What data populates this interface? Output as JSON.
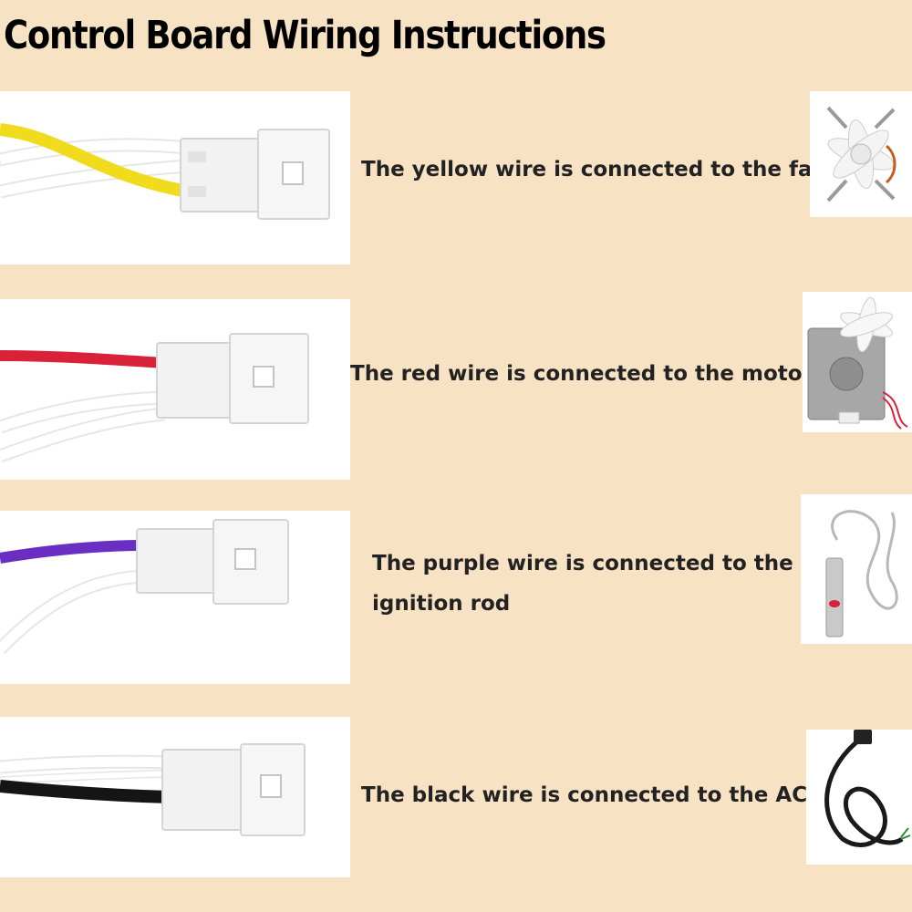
{
  "title": "Control Board Wiring Instructions",
  "rows": [
    {
      "wire_color": "#f0dc1c",
      "caption_lines": [
        "The yellow wire is connected to the fan"
      ],
      "thumb_icon": "fan-icon"
    },
    {
      "wire_color": "#d9213a",
      "caption_lines": [
        "The red wire is connected to the motor"
      ],
      "thumb_icon": "motor-icon"
    },
    {
      "wire_color": "#6a2fc2",
      "caption_lines": [
        "The purple wire is connected to the",
        "ignition rod"
      ],
      "thumb_icon": "ignition-rod-icon"
    },
    {
      "wire_color": "#151515",
      "caption_lines": [
        "The black wire is connected to the AC"
      ],
      "thumb_icon": "ac-power-cord-icon"
    }
  ]
}
